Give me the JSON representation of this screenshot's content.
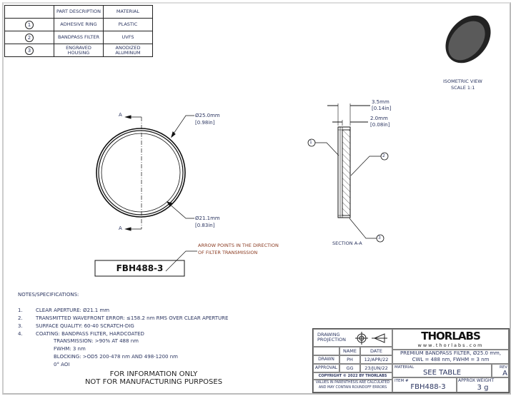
{
  "parts_table": {
    "headers": [
      "",
      "PART DESCRIPTION",
      "MATERIAL"
    ],
    "rows": [
      {
        "num": "1",
        "description": "ADHESIVE RING",
        "material": "PLASTIC"
      },
      {
        "num": "2",
        "description": "BANDPASS FILTER",
        "material": "UVFS"
      },
      {
        "num": "3",
        "description": "ENGRAVED HOUSING",
        "material": "ANODIZED ALUMINUM"
      }
    ]
  },
  "front_view": {
    "section_label": "A",
    "outer_dim_mm": "Ø25.0mm",
    "outer_dim_in": "[0.98in]",
    "inner_dim_mm": "Ø21.1mm",
    "inner_dim_in": "[0.83in]",
    "engraving": "FBH488-3",
    "arrow_note_line1": "ARROW POINTS IN THE DIRECTION",
    "arrow_note_line2": "OF FILTER TRANSMISSION"
  },
  "section_view": {
    "thick_mm": "3.5mm",
    "thick_in": "[0.14in]",
    "filter_mm": "2.0mm",
    "filter_in": "[0.08in]",
    "callouts": [
      "1",
      "2",
      "3"
    ],
    "label": "SECTION A-A"
  },
  "iso_view": {
    "line1": "ISOMETRIC VIEW",
    "line2": "SCALE 1:1"
  },
  "notes": {
    "title": "NOTES/SPECIFICATIONS:",
    "items": [
      {
        "n": "1.",
        "text": "CLEAR APERTURE: Ø21.1 mm"
      },
      {
        "n": "2.",
        "text": "TRANSMITTED WAVEFRONT ERROR: ≤158.2 nm RMS OVER CLEAR APERTURE"
      },
      {
        "n": "3.",
        "text": "SURFACE QUALITY: 60-40 SCRATCH-DIG"
      },
      {
        "n": "4.",
        "text": "COATING: BANDPASS FILTER, HARDCOATED"
      }
    ],
    "sub": [
      "TRANSMISSION: >90% AT 488 nm",
      "FWHM: 3 nm",
      "BLOCKING: >OD5 200-478 nm AND 498-1200 nm",
      "0° AOI"
    ],
    "disclaimer1": "FOR INFORMATION ONLY",
    "disclaimer2": "NOT FOR MANUFACTURING PURPOSES"
  },
  "title_block": {
    "projection": "DRAWING PROJECTION",
    "name_h": "NAME",
    "date_h": "DATE",
    "drawn": "DRAWN",
    "drawn_name": "PH",
    "drawn_date": "12/APR/22",
    "approval": "APPROVAL",
    "approval_name": "GG",
    "approval_date": "23/JUN/22",
    "copyright": "COPYRIGHT © 2022 BY THORLABS",
    "values_note1": "VALUES IN PARENTHESIS ARE CALCULATED",
    "values_note2": "AND MAY CONTAIN ROUNDOFF ERRORS",
    "logo": "THORLABS",
    "website": "www.thorlabs.com",
    "desc1": "PREMIUM BANDPASS FILTER, Ø25.0 mm,",
    "desc2": "CWL = 488 nm, FWHM = 3 nm",
    "material_h": "MATERIAL",
    "material": "SEE TABLE",
    "rev_h": "REV",
    "rev": "A",
    "item_h": "ITEM #",
    "item": "FBH488-3",
    "weight_h": "APPROX WEIGHT",
    "weight": "3 g"
  }
}
